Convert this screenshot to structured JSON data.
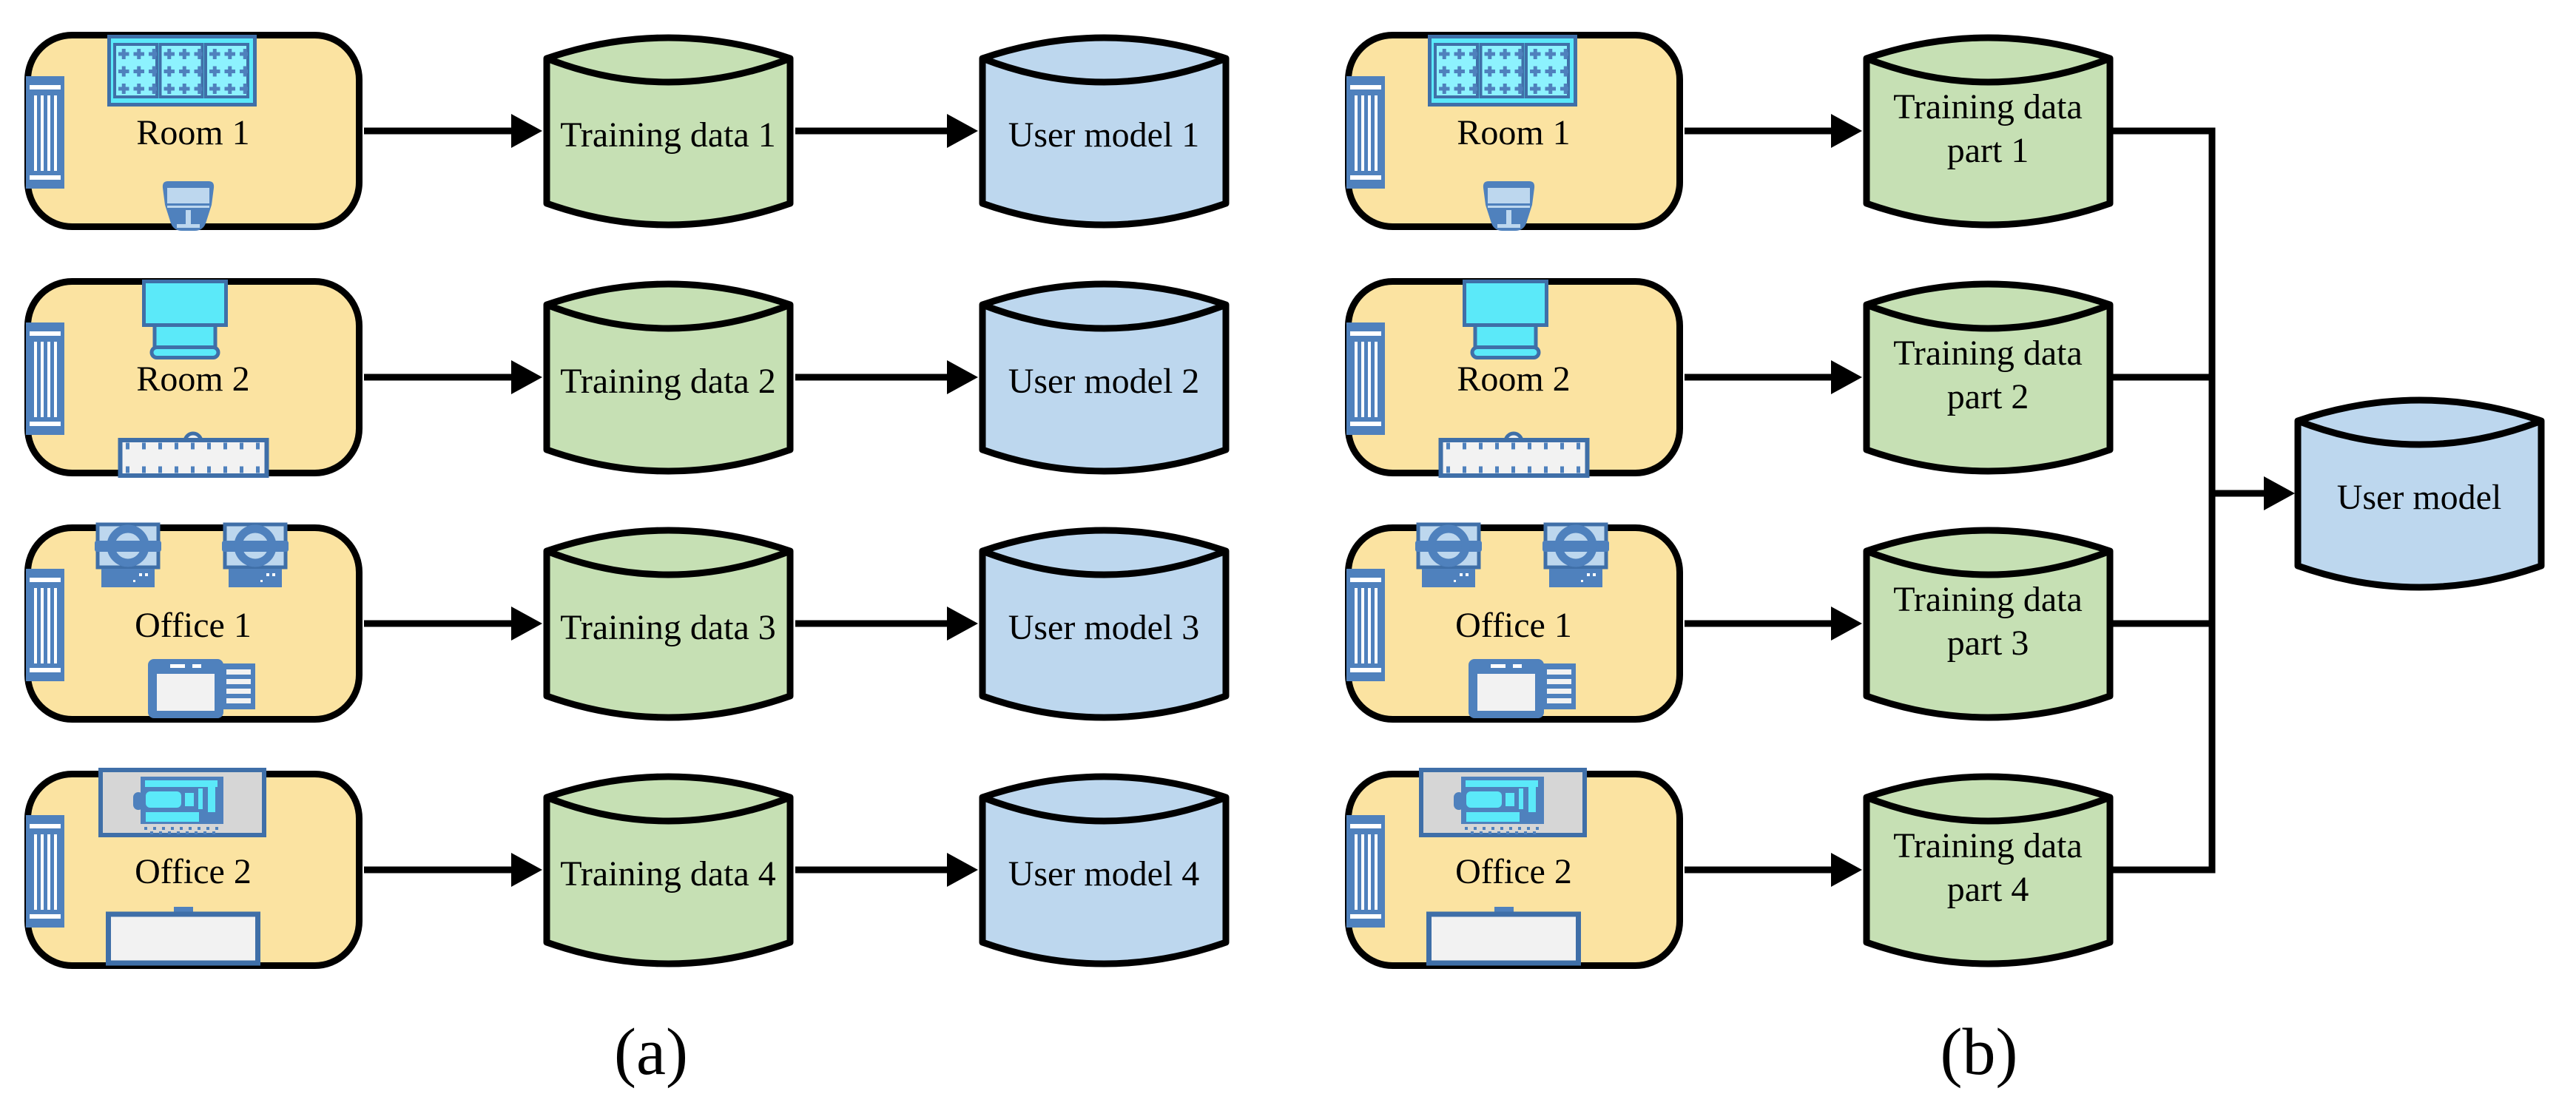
{
  "colors": {
    "room_fill": "#FBE3A1",
    "training_fill": "#C6E0B4",
    "model_fill": "#BDD7EE",
    "outline": "#000000",
    "icon_dark": "#4F81BD",
    "icon_border": "#3F6FA8",
    "icon_light": "#BDD7EE",
    "icon_cyan": "#5BE9F9",
    "icon_cyan_light": "#8DF2FE",
    "screen_fill": "#D6D6D6",
    "board_fill": "#F2F2F2"
  },
  "icons": {
    "radiator-icon": "blue panel with white stripes (wall radiator, top-down)",
    "window-curtains-icon": "cyan window with three curtain panels and dotted glass",
    "ceiling-lamp-icon": "blue dome lamp with light band and stand",
    "projector-icon": "cyan ceiling projector, top-down",
    "whiteboard-ruler-icon": "board with tick marks and center mount",
    "desk-chair-icon": "desk with ring-back chair, top-down",
    "printer-icon": "printer with paper tray lines",
    "screen-machine-icon": "grey projection screen showing cyan machine",
    "whiteboard-icon": "plain board with center tab"
  },
  "figure": {
    "panel_a": {
      "caption": "(a)",
      "rows": [
        {
          "room": "Room 1",
          "training": "Training data 1",
          "model": "User model 1"
        },
        {
          "room": "Room 2",
          "training": "Training data 2",
          "model": "User model 2"
        },
        {
          "room": "Office 1",
          "training": "Training data 3",
          "model": "User model 3"
        },
        {
          "room": "Office 2",
          "training": "Training data 4",
          "model": "User model 4"
        }
      ]
    },
    "panel_b": {
      "caption": "(b)",
      "model": "User model",
      "rows": [
        {
          "room": "Room 1",
          "training_lines": [
            "Training data",
            "part 1"
          ]
        },
        {
          "room": "Room 2",
          "training_lines": [
            "Training data",
            "part 2"
          ]
        },
        {
          "room": "Office 1",
          "training_lines": [
            "Training data",
            "part 3"
          ]
        },
        {
          "room": "Office 2",
          "training_lines": [
            "Training data",
            "part 4"
          ]
        }
      ]
    }
  }
}
